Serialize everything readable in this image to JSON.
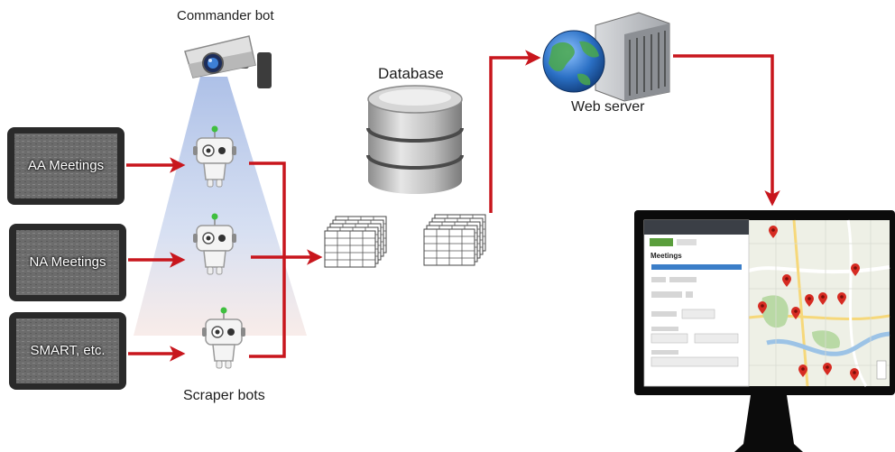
{
  "labels": {
    "commander": "Commander bot",
    "scrapers": "Scraper bots",
    "database": "Database",
    "webserver": "Web server"
  },
  "sources": [
    {
      "label": "AA Meetings"
    },
    {
      "label": "NA Meetings"
    },
    {
      "label": "SMART, etc."
    }
  ],
  "app": {
    "title": "Meetings"
  },
  "colors": {
    "arrow": "#c8161d",
    "beam_top": "#a9bde6",
    "beam_bottom": "#f5e4e0",
    "monitor_frame": "#0b0b0b",
    "tablet_frame": "#2a2a2a",
    "map_pin": "#d62b22",
    "app_accent": "#5a9e3c",
    "app_bar": "#3b7ec8"
  },
  "icons": [
    "security-camera-icon",
    "robot-icon",
    "database-cylinder-icon",
    "data-table-stack-icon",
    "globe-icon",
    "server-rack-icon",
    "monitor-icon"
  ]
}
